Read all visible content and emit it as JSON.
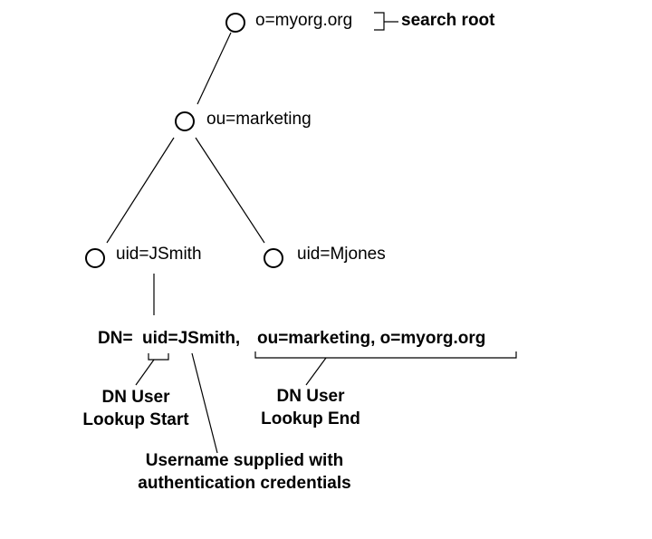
{
  "nodes": {
    "root": "o=myorg.org",
    "marketing": "ou=marketing",
    "jsmith": "uid=JSmith",
    "mjones": "uid=Mjones"
  },
  "annotations": {
    "search_root": "search root",
    "dn_prefix": "DN=",
    "dn_uid": "uid=JSmith,",
    "dn_rest": "ou=marketing, o=myorg.org",
    "lookup_start_line1": "DN User",
    "lookup_start_line2": "Lookup Start",
    "lookup_end_line1": "DN User",
    "lookup_end_line2": "Lookup End",
    "username_line1": "Username supplied with",
    "username_line2": "authentication credentials"
  },
  "colors": {
    "stroke": "#000000",
    "background": "#ffffff"
  }
}
